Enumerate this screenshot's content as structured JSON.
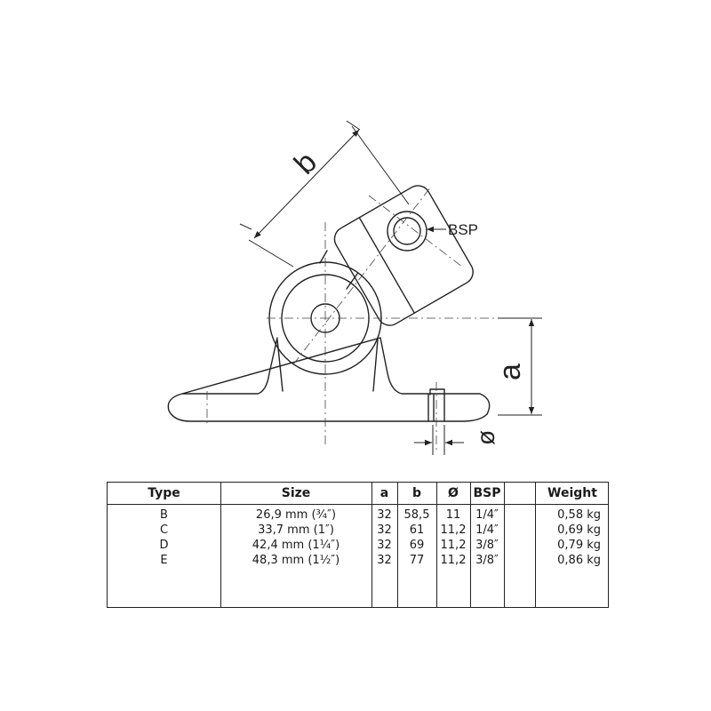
{
  "labels": {
    "dim_b": "b",
    "dim_a": "a",
    "dim_diameter": "ø",
    "bsp": "BSP"
  },
  "table": {
    "headers": {
      "type": "Type",
      "size": "Size",
      "a": "a",
      "b": "b",
      "diameter": "Ø",
      "bsp": "BSP",
      "blank": "",
      "weight": "Weight"
    },
    "rows": [
      {
        "type": "B",
        "size": "26,9 mm (¾″)",
        "a": "32",
        "b": "58,5",
        "diameter": "11",
        "bsp": "1/4″",
        "blank": "",
        "weight": "0,58 kg"
      },
      {
        "type": "C",
        "size": "33,7 mm (1″)",
        "a": "32",
        "b": "61",
        "diameter": "11,2",
        "bsp": "1/4″",
        "blank": "",
        "weight": "0,69 kg"
      },
      {
        "type": "D",
        "size": "42,4 mm (1¼″)",
        "a": "32",
        "b": "69",
        "diameter": "11,2",
        "bsp": "3/8″",
        "blank": "",
        "weight": "0,79 kg"
      },
      {
        "type": "E",
        "size": "48,3 mm (1½″)",
        "a": "32",
        "b": "77",
        "diameter": "11,2",
        "bsp": "3/8″",
        "blank": "",
        "weight": "0,86 kg"
      }
    ]
  }
}
